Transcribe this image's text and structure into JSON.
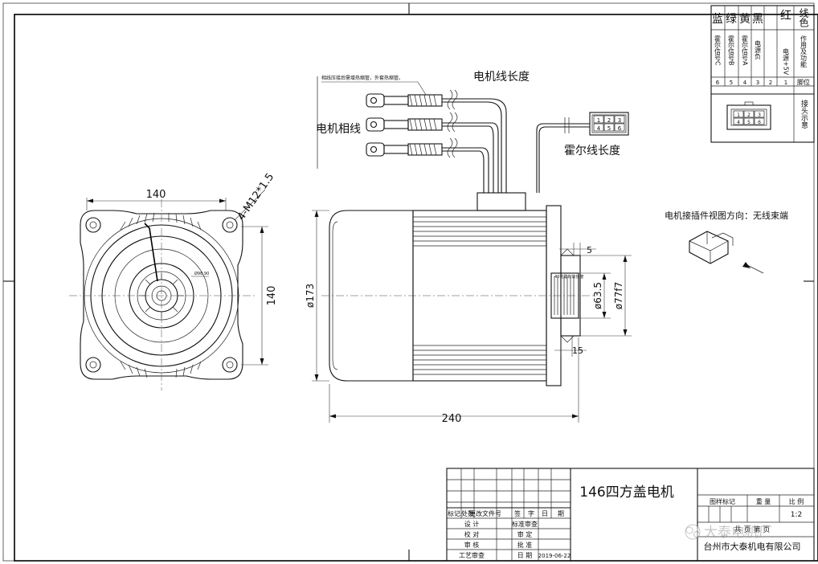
{
  "wire_table": {
    "header": [
      "蓝",
      "绿",
      "黄",
      "黑",
      "",
      "红",
      "线色"
    ],
    "functions": [
      "霍尔信号C",
      "霍尔信号B",
      "霍尔信号A",
      "电源负",
      "",
      "电源+5V",
      "作用及功能"
    ],
    "pins": [
      "6",
      "5",
      "4",
      "3",
      "2",
      "1",
      "脚位"
    ],
    "connector_label": "接头示意",
    "connector_pins": [
      "1",
      "2",
      "3",
      "4",
      "5",
      "6"
    ]
  },
  "labels": {
    "motor_wire_length": "电机线长度",
    "motor_phase_wire": "电机相线",
    "hall_wire_length": "霍尔线长度",
    "phase_note": "相线压接后需增热缩管，外套热缩管。",
    "connector_view_note": "电机接插件视图方向：无线束端",
    "center_small": "Ø98.90",
    "shaft_note": "40花键有效长度"
  },
  "dimensions": {
    "front_width": "140",
    "front_height": "140",
    "bolt_spec": "4-M12*1.5",
    "dia_body": "ø173",
    "length": "240",
    "flange_5": "5",
    "dia_63": "ø63.5",
    "dia_77": "ø77f7",
    "flange_15": "15"
  },
  "title_block": {
    "title": "146四方盖电机",
    "sign_row": [
      "标记",
      "处数",
      "更改文件号",
      "签",
      "字",
      "日",
      "期"
    ],
    "left_rows": [
      {
        "label": "设 计",
        "field": "标准审查"
      },
      {
        "label": "校 对",
        "field": "审 定"
      },
      {
        "label": "审 核",
        "field": "批 准"
      },
      {
        "label": "工艺审查",
        "field": "日 期"
      }
    ],
    "date": "2019-06-22",
    "right_headers": [
      "图样标记",
      "重 量",
      "比 例"
    ],
    "scale_value": "1:2",
    "sheet": "共 页 第 页",
    "company": "台州市大泰机电有限公司",
    "watermark": "大泰电机厂"
  }
}
